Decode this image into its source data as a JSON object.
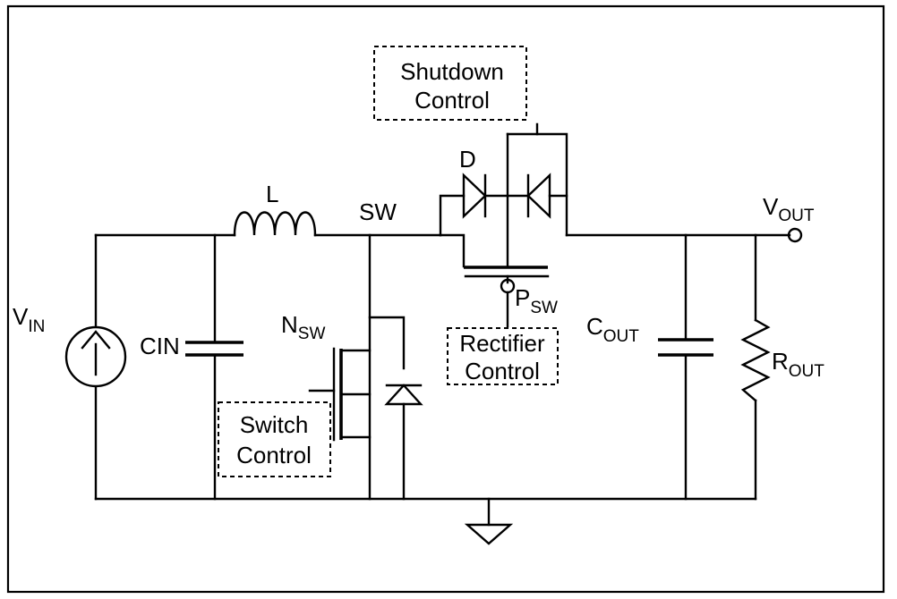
{
  "labels": {
    "shutdown": [
      "Shutdown",
      "Control"
    ],
    "rectifier": [
      "Rectifier",
      "Control"
    ],
    "switch": [
      "Switch",
      "Control"
    ],
    "inductor": "L",
    "sw_node": "SW",
    "diode": "D",
    "cin": "CIN",
    "vin": {
      "main": "V",
      "sub": "IN"
    },
    "vout": {
      "main": "V",
      "sub": "OUT"
    },
    "nsw": {
      "main": "N",
      "sub": "SW"
    },
    "psw": {
      "main": "P",
      "sub": "SW"
    },
    "cout": {
      "main": "C",
      "sub": "OUT"
    },
    "rout": {
      "main": "R",
      "sub": "OUT"
    }
  }
}
